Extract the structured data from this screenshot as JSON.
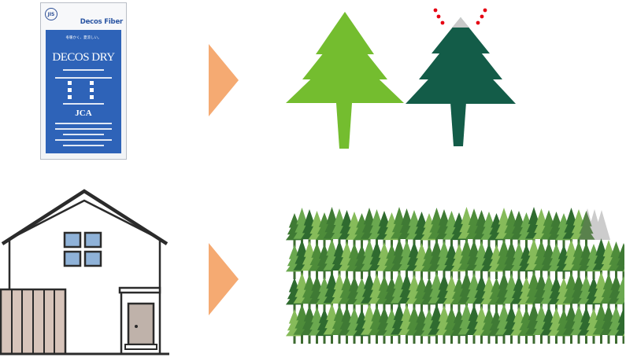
{
  "product_bag": {
    "certification_mark": "JIS",
    "brand": "Decos Fiber",
    "tagline": "冬暖かく、夏涼しい。",
    "product_logo": "DECOS DRY",
    "association_logo": "JCA"
  },
  "illustration": {
    "tree_colors": {
      "light": "#74bd2f",
      "dark": "#135c48",
      "snow": "#c9c9c9"
    },
    "sparkle_color": "#e60012",
    "arrow_color": "#f5aa72",
    "house_colors": {
      "outline": "#2b2b2b",
      "fence": "#d7c4ba",
      "door": "#bfb2aa",
      "window": "#8fb2d8"
    },
    "forest": {
      "rows": 4
    }
  }
}
